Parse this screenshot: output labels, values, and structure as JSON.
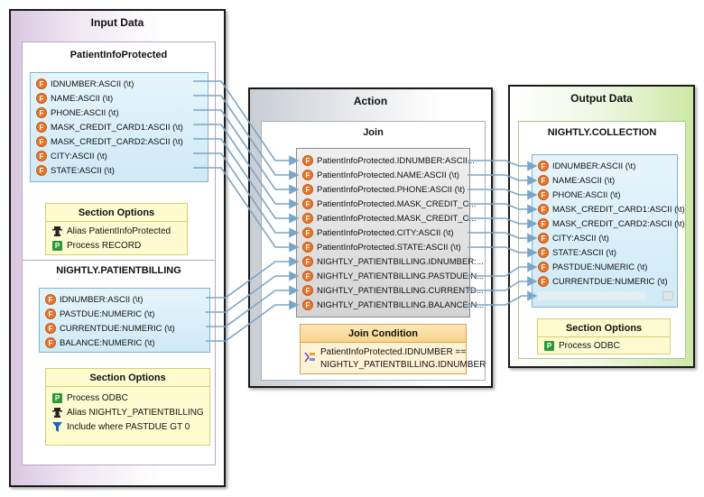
{
  "input": {
    "title": "Input Data",
    "patient": {
      "title": "PatientInfoProtected",
      "fields": [
        "IDNUMBER:ASCII (\\t)",
        "NAME:ASCII (\\t)",
        "PHONE:ASCII (\\t)",
        "MASK_CREDIT_CARD1:ASCII (\\t)",
        "MASK_CREDIT_CARD2:ASCII (\\t)",
        "CITY:ASCII (\\t)",
        "STATE:ASCII (\\t)"
      ],
      "options_title": "Section Options",
      "options": [
        "Alias PatientInfoProtected",
        "Process RECORD"
      ]
    },
    "billing": {
      "title": "NIGHTLY.PATIENTBILLING",
      "fields": [
        "IDNUMBER:ASCII (\\t)",
        "PASTDUE:NUMERIC (\\t)",
        "CURRENTDUE:NUMERIC (\\t)",
        "BALANCE:NUMERIC (\\t)"
      ],
      "options_title": "Section Options",
      "options": [
        "Process ODBC",
        "Alias NIGHTLY_PATIENTBILLING",
        "Include where PASTDUE GT 0"
      ]
    }
  },
  "action": {
    "title": "Action",
    "join": {
      "title": "Join",
      "fields": [
        "PatientInfoProtected.IDNUMBER:ASCII...",
        "PatientInfoProtected.NAME:ASCII (\\t)",
        "PatientInfoProtected.PHONE:ASCII (\\t)",
        "PatientInfoProtected.MASK_CREDIT_C...",
        "PatientInfoProtected.MASK_CREDIT_C...",
        "PatientInfoProtected.CITY:ASCII (\\t)",
        "PatientInfoProtected.STATE:ASCII (\\t)",
        "NIGHTLY_PATIENTBILLING.IDNUMBER:...",
        "NIGHTLY_PATIENTBILLING.PASTDUE:N...",
        "NIGHTLY_PATIENTBILLING.CURRENTD...",
        "NIGHTLY_PATIENTBILLING.BALANCE:N..."
      ],
      "condition_title": "Join Condition",
      "condition_line1": "PatientInfoProtected.IDNUMBER ==",
      "condition_line2": "NIGHTLY_PATIENTBILLING.IDNUMBER"
    }
  },
  "output": {
    "title": "Output Data",
    "collection": {
      "title": "NIGHTLY.COLLECTION",
      "fields": [
        "IDNUMBER:ASCII (\\t)",
        "NAME:ASCII (\\t)",
        "PHONE:ASCII (\\t)",
        "MASK_CREDIT_CARD1:ASCII (\\t)",
        "MASK_CREDIT_CARD2:ASCII (\\t)",
        "CITY:ASCII (\\t)",
        "STATE:ASCII (\\t)",
        "PASTDUE:NUMERIC (\\t)",
        "CURRENTDUE:NUMERIC (\\t)"
      ],
      "options_title": "Section Options",
      "options": [
        "Process ODBC"
      ]
    }
  },
  "colors": {
    "input_bg": "#d9c8e0",
    "action_bg": "#c9cdd4",
    "output_bg": "#cce9a6",
    "connector": "#7ba6c8",
    "field_icon": "#e8762c"
  }
}
